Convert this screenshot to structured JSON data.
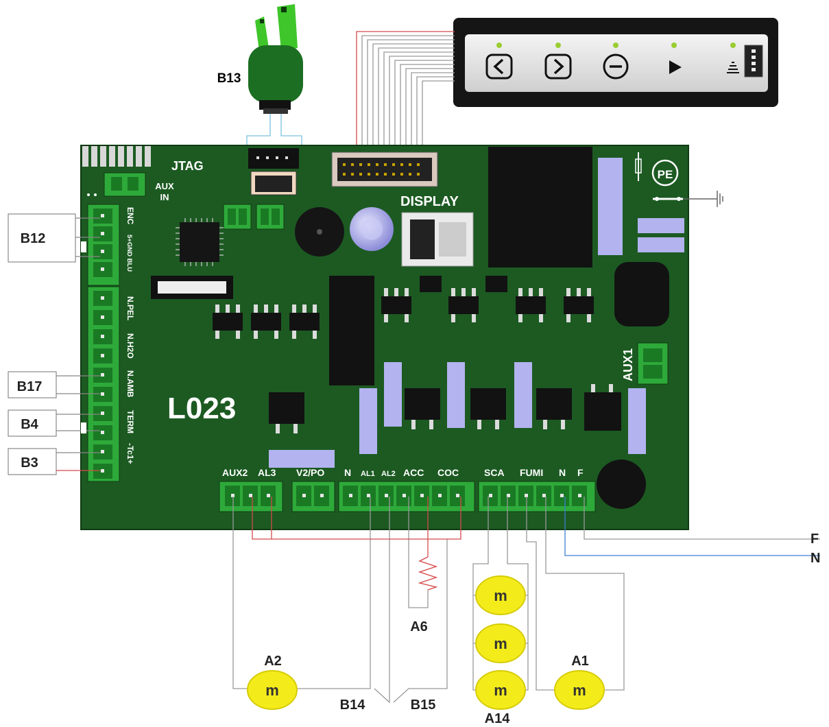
{
  "board": {
    "name": "L023",
    "color_pcb": "#1c5a22",
    "color_pcb_dark": "#123f17",
    "color_terminal": "#2eaa3a",
    "color_component": "#b3b3ef"
  },
  "board_labels": {
    "jtag": "JTAG",
    "aux_in_1": "AUX",
    "aux_in_2": "IN",
    "display": "DISPLAY",
    "pe": "PE",
    "aux1": "AUX1",
    "enc": "ENC",
    "pins_5v_gnd_blu": "5+GND BLU",
    "n_pel": "N.PEL",
    "n_h2o": "N.H2O",
    "n_amb": "N.AMB",
    "term": "TERM",
    "tc": "-Tc1+"
  },
  "terminal_labels": {
    "aux2": "AUX2",
    "al3": "AL3",
    "v2po": "V2/PO",
    "n_left": "N",
    "al1": "AL1",
    "al2": "AL2",
    "acc": "ACC",
    "coc": "COC",
    "sca": "SCA",
    "fumi": "FUMI",
    "n_right": "N",
    "f": "F"
  },
  "external_labels": {
    "b13": "B13",
    "b12": "B12",
    "b17": "B17",
    "b4": "B4",
    "b3": "B3",
    "a2": "A2",
    "a6": "A6",
    "a1": "A1",
    "a14": "A14",
    "b14": "B14",
    "b15": "B15",
    "f": "F",
    "n": "N"
  },
  "motor_symbol": "m",
  "motor_color": "#f4ec1a",
  "wire_colors": {
    "grey": "#9a9a9a",
    "red": "#d44a4a",
    "blue": "#3b7fd0"
  },
  "icons": [
    "left-arrow-icon",
    "right-arrow-icon",
    "minus-icon",
    "play-icon",
    "signal-icon",
    "ground-icon",
    "resistor-icon",
    "fuse-icon"
  ]
}
